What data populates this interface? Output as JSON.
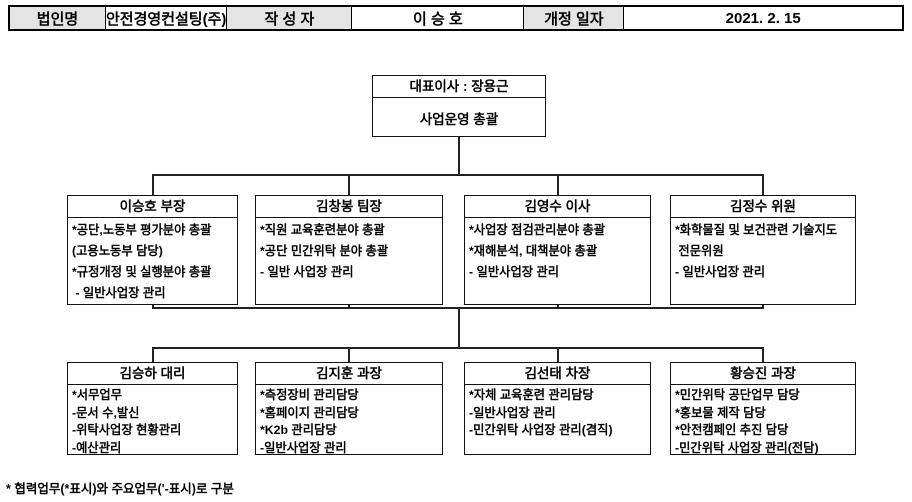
{
  "header": {
    "cells": [
      {
        "label": "법인명",
        "value": "안전경영컨설팅(주)"
      },
      {
        "label": "작 성 자",
        "value": "이 승 호"
      },
      {
        "label": "개정 일자",
        "value": "2021. 2. 15"
      }
    ]
  },
  "chart": {
    "root": {
      "title": "대표이사 : 장용근",
      "subtitle": "사업운영 총괄"
    },
    "row2": [
      {
        "title": "이승호 부장",
        "lines": [
          "*공단,노동부 평가분야 총괄",
          "(고용노동부 담당)",
          "*규정개정 및 실행분야 총괄",
          " - 일반사업장 관리"
        ]
      },
      {
        "title": "김창봉 팀장",
        "lines": [
          "*직원 교육훈련분야 총괄",
          "*공단 민간위탁 분야 총괄",
          "- 일반 사업장 관리"
        ]
      },
      {
        "title": "김영수 이사",
        "lines": [
          "*사업장 점검관리분야 총괄",
          "*재해분석, 대책분야 총괄",
          "- 일반사업장 관리"
        ]
      },
      {
        "title": "김정수 위원",
        "lines": [
          "*화학물질 및 보건관련 기술지도",
          " 전문위원",
          "- 일반사업장 관리"
        ]
      }
    ],
    "row3": [
      {
        "title": "김승하 대리",
        "lines": [
          "*서무업무",
          "-문서 수,발신",
          "-위탁사업장 현황관리",
          "-예산관리"
        ]
      },
      {
        "title": "김지훈 과장",
        "lines": [
          "*측정장비 관리담당",
          "*홈페이지 관리담당",
          "*K2b 관리담당",
          "-일반사업장 관리"
        ]
      },
      {
        "title": "김선태 차장",
        "lines": [
          "*자체 교육훈련 관리담당",
          "-일반사업장 관리",
          "-민간위탁 사업장 관리(겸직)"
        ]
      },
      {
        "title": "황승진 과장",
        "lines": [
          "*민간위탁 공단업무 담당",
          "*홍보물 제작 담당",
          "*안전캠페인 추진 담당",
          "-민간위탁 사업장 관리(전담)"
        ]
      }
    ]
  },
  "footnote": "* 협력업무(*표시)와 주요업무('-표시)로 구분",
  "colors": {
    "label_bg": "#e4e4e4",
    "border": "#111111",
    "text": "#000000"
  }
}
